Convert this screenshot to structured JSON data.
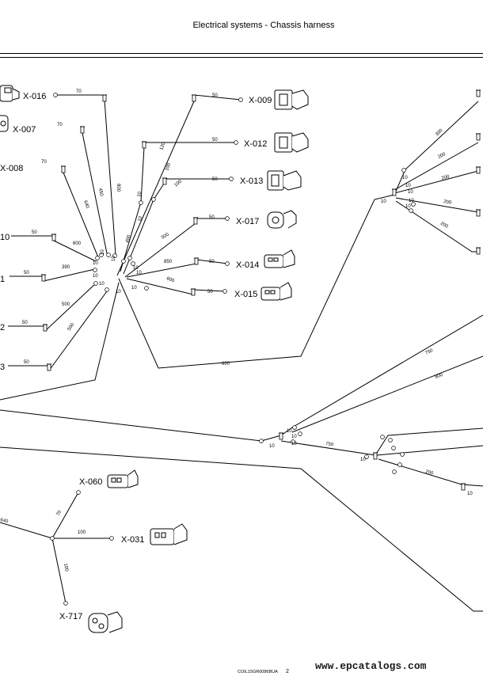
{
  "header": {
    "title": "Electrical systems - Chassis harness"
  },
  "connectors": {
    "x016": "X-016",
    "x007": "X-007",
    "x008": "X-008",
    "x010": "10",
    "x001": "1",
    "x002": "2",
    "x003": "3",
    "x009": "X-009",
    "x012": "X-012",
    "x013": "X-013",
    "x017": "X-017",
    "x014": "X-014",
    "x015": "X-015",
    "x060": "X-060",
    "x031": "X-031",
    "x717": "X-717"
  },
  "lengths": {
    "l70a": "70",
    "l70b": "70",
    "l70c": "70",
    "l50a": "50",
    "l50b": "50",
    "l50c": "50",
    "l50d": "50",
    "l800": "800",
    "l450": "450",
    "l640": "640",
    "l600a": "600",
    "l390": "390",
    "l500a": "500",
    "l500b": "500",
    "l10a": "10",
    "l10b": "10",
    "l10c": "10",
    "l10d": "10",
    "l10e": "10",
    "l10f": "10",
    "l10g": "10",
    "l10h": "10",
    "l10i": "10",
    "l400": "400",
    "l120": "120",
    "l100a": "100",
    "l100b": "100",
    "l500c": "500",
    "l850": "850",
    "l600b": "600",
    "r50a": "50",
    "r50b": "50",
    "r50c": "50",
    "r50d": "50",
    "r50e": "50",
    "r50f": "50",
    "l600c": "600",
    "rt300": "300",
    "rt200a": "200",
    "rt200b": "200",
    "rt200c": "200",
    "rt200d": "200",
    "rt10a": "10",
    "rt10b": "10",
    "rt10c": "10",
    "rt10d": "10",
    "rt10e": "10",
    "rt10f": "10",
    "m750a": "750",
    "m800": "800",
    "m10a": "10",
    "m10b": "10",
    "m10c": "10",
    "m10d": "10",
    "m750b": "750",
    "s10": "10",
    "s200": "200",
    "s10b": "10",
    "b640": "640",
    "b70": "70",
    "b100a": "100",
    "b100b": "100"
  },
  "footer": {
    "code": "COIL15GR0086BUA",
    "page": "2",
    "watermark": "www.epcatalogs.com"
  }
}
